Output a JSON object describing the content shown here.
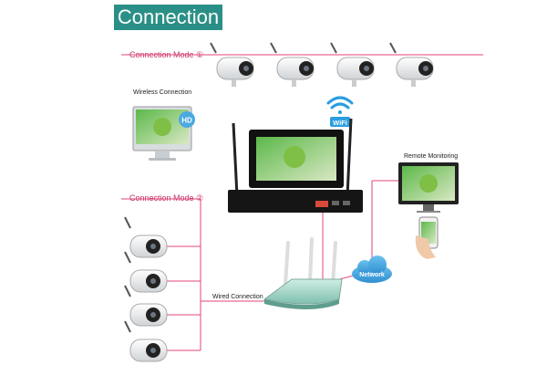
{
  "title": "Connection",
  "mode1": "Connection Mode ①",
  "mode2": "Connection Mode ②",
  "wireless": "Wireless Connection",
  "remote": "Remote Monitoring",
  "wired": "Wired Connection",
  "network": "Network",
  "wifi": "WiFi",
  "hd": "HD",
  "colors": {
    "accent": "#2a8f86",
    "line": "#e0457b",
    "label": "#c43269",
    "cloud": "#4aa9e0"
  }
}
